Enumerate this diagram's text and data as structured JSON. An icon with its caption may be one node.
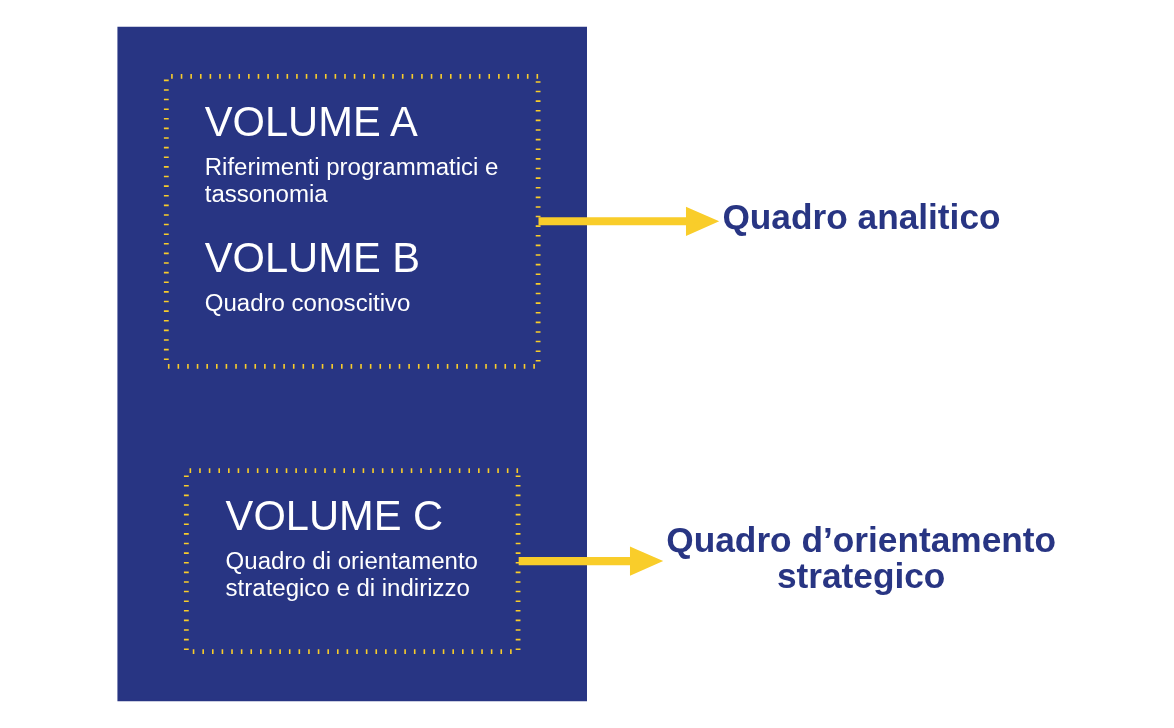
{
  "diagram": {
    "nodes": [
      {
        "text": [],
        "shape": "box"
      },
      {
        "text": [
          "VOLUME A",
          "Riferimenti programmatici e tassonomia",
          "VOLUME B",
          "Quadro conoscitivo"
        ],
        "in": 0
      },
      {
        "text": [
          "VOLUME C",
          "Quadro di orientamento strategico e di indirizzo"
        ],
        "in": 0
      },
      {
        "text": [
          "Quadro analitico"
        ]
      },
      {
        "text": [
          "Quadro d’orientamento strategico"
        ]
      }
    ],
    "edges": [
      {
        "from": 1,
        "to": 3,
        "arrow": "to"
      },
      {
        "from": 2,
        "to": 4,
        "arrow": "to"
      }
    ]
  }
}
